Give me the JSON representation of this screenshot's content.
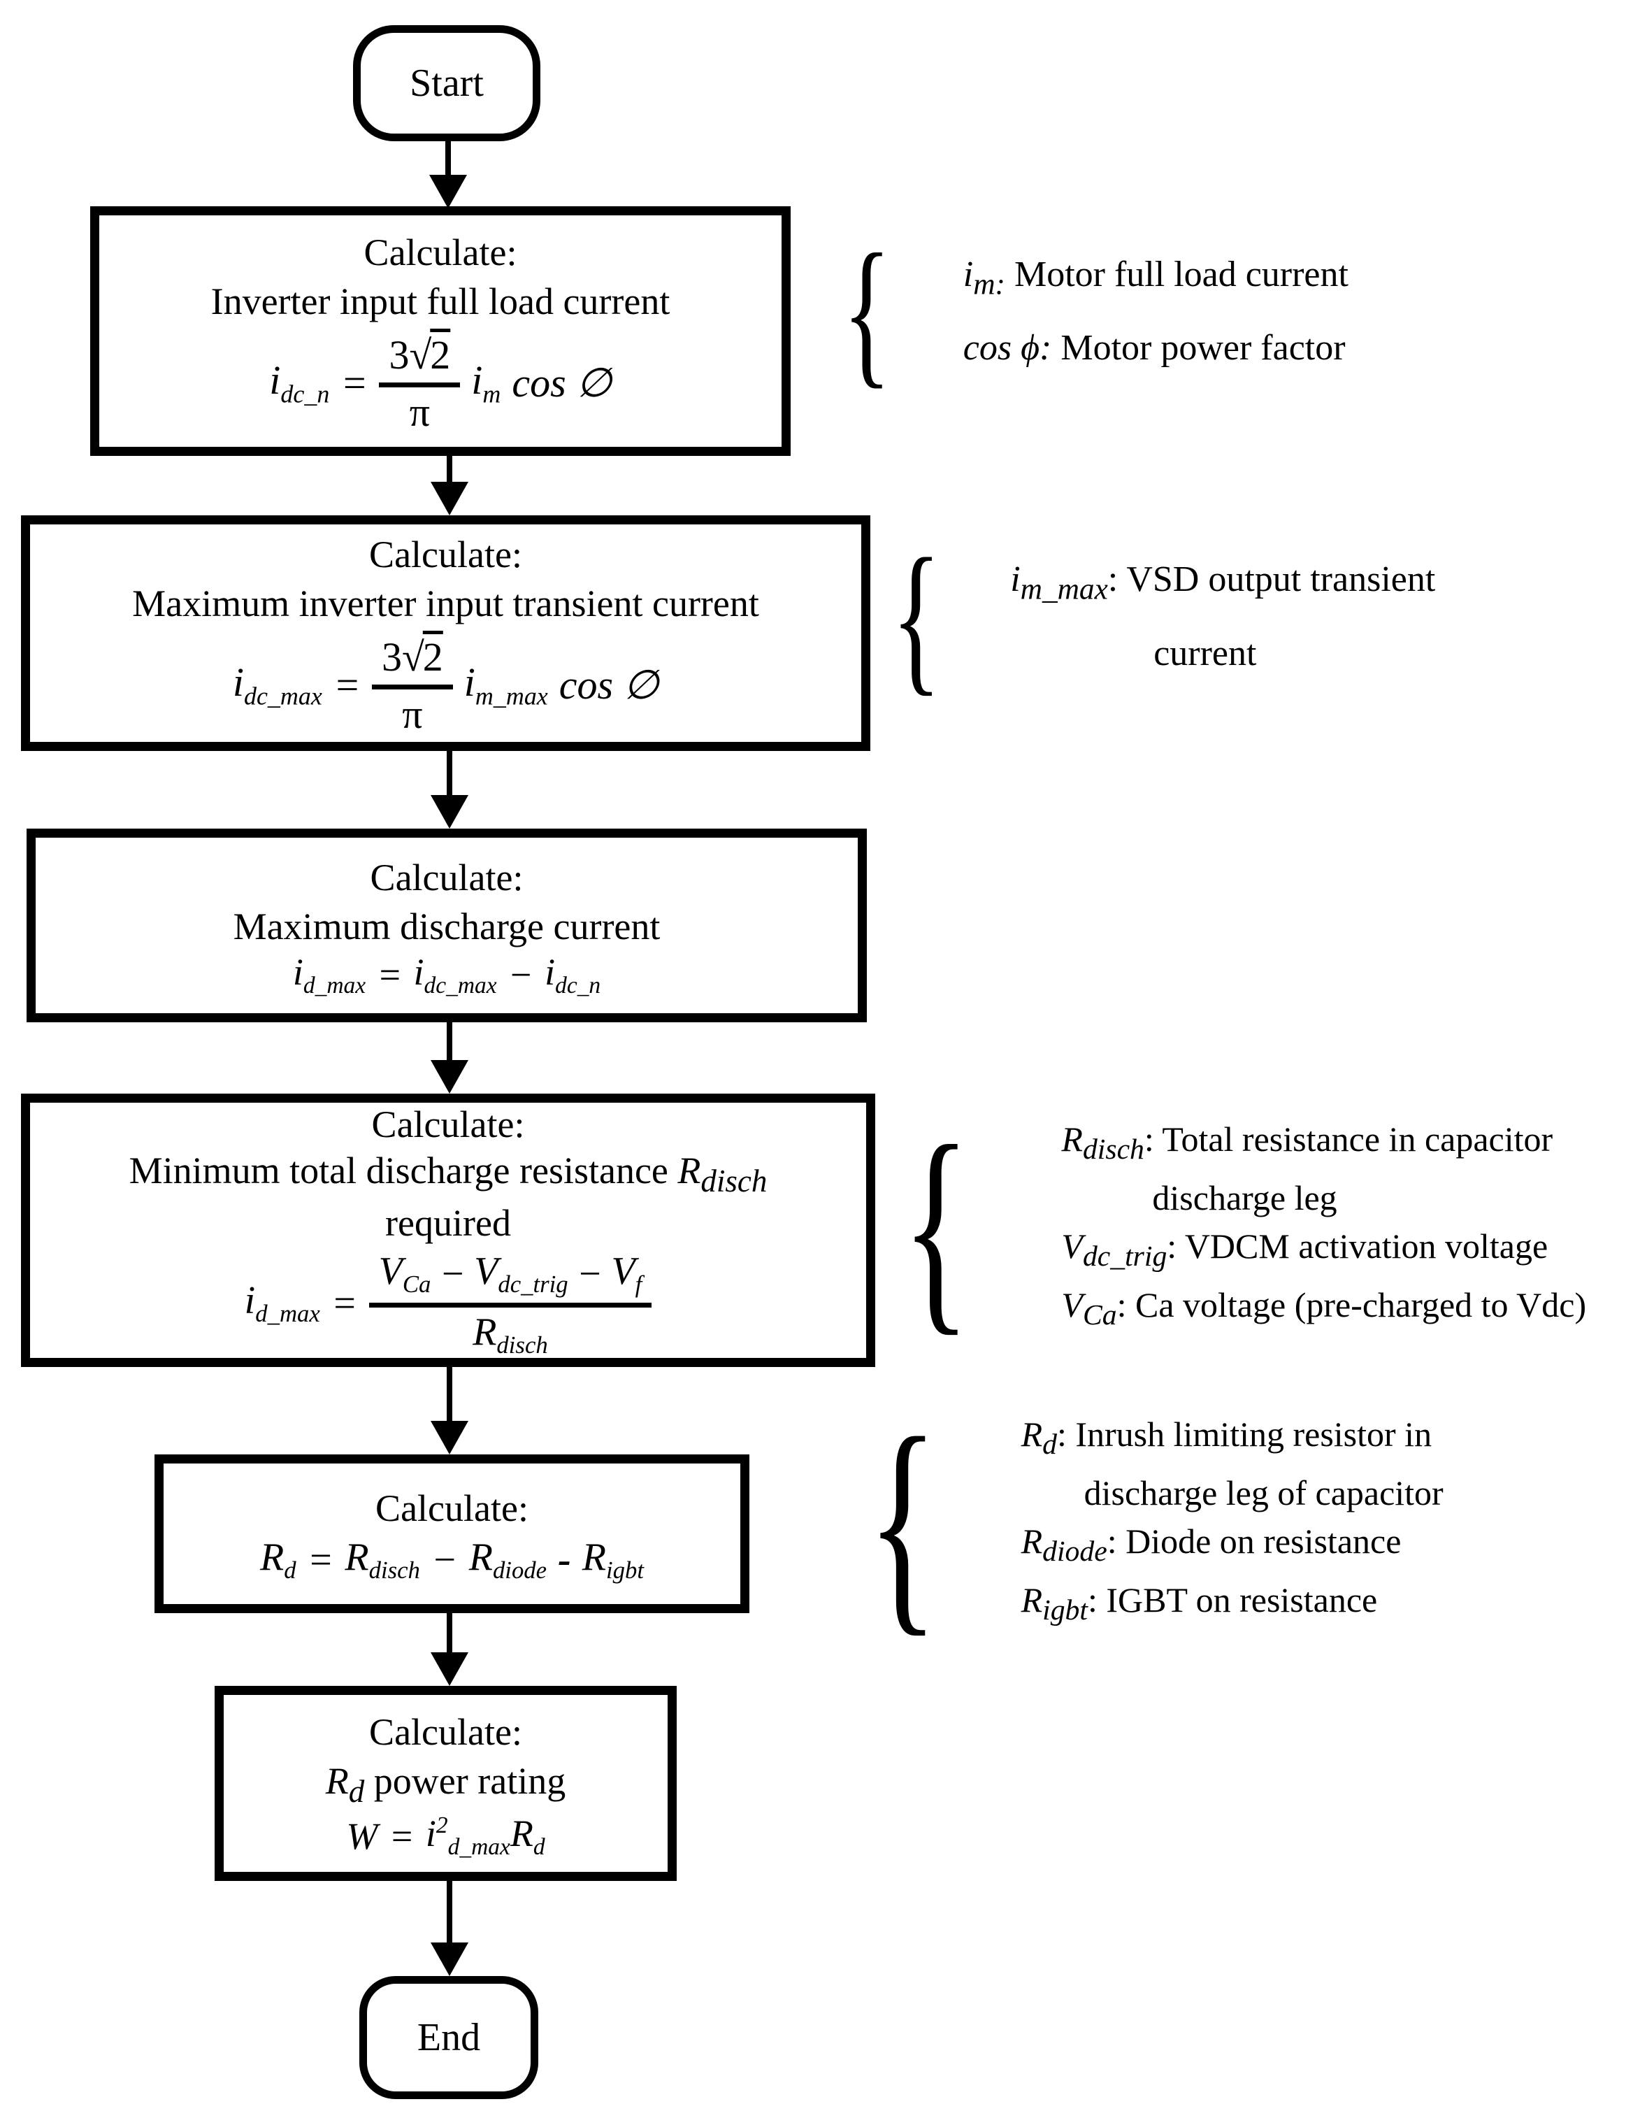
{
  "page": {
    "background": "#ffffff",
    "ink": "#000000"
  },
  "flowchart": {
    "brace_glyph": "{",
    "radical_sign": "√",
    "start": {
      "label": "Start"
    },
    "end": {
      "label": "End"
    },
    "boxes": {
      "b1": {
        "title": "Calculate:",
        "subtitle": "Inverter input full load current",
        "formula": {
          "lhs_base": "i",
          "lhs_sub": "dc_n",
          "eq": "=",
          "num_coeff": "3",
          "num_radicand": "2",
          "den": "π",
          "rhs_base": "i",
          "rhs_sub": "m",
          "trail": "cos ∅"
        }
      },
      "b2": {
        "title": "Calculate:",
        "subtitle": "Maximum inverter input transient current",
        "formula": {
          "lhs_base": "i",
          "lhs_sub": "dc_max",
          "eq": "=",
          "num_coeff": "3",
          "num_radicand": "2",
          "den": "π",
          "rhs_base": "i",
          "rhs_sub": "m_max",
          "trail": "cos ∅"
        }
      },
      "b3": {
        "title": "Calculate:",
        "subtitle": "Maximum discharge current",
        "formula": {
          "t1_base": "i",
          "t1_sub": "d_max",
          "eq": "=",
          "t2_base": "i",
          "t2_sub": "dc_max",
          "minus": "−",
          "t3_base": "i",
          "t3_sub": "dc_n"
        }
      },
      "b4": {
        "title": "Calculate:",
        "subtitle": "Minimum total discharge resistance",
        "subtitle_sym_base": "R",
        "subtitle_sym_sub": "disch",
        "subtitle2": "required",
        "formula": {
          "lhs_base": "i",
          "lhs_sub": "d_max",
          "eq": "=",
          "n1_base": "V",
          "n1_sub": "Ca",
          "minus1": "−",
          "n2_base": "V",
          "n2_sub": "dc_trig",
          "minus2": "−",
          "n3_base": "V",
          "n3_sub": "f",
          "den_base": "R",
          "den_sub": "disch"
        }
      },
      "b5": {
        "title": "Calculate:",
        "formula": {
          "t1_base": "R",
          "t1_sub": "d",
          "eq": "=",
          "t2_base": "R",
          "t2_sub": "disch",
          "minus1": "−",
          "t3_base": "R",
          "t3_sub": "diode",
          "minus2": "-",
          "t4_base": "R",
          "t4_sub": "igbt"
        }
      },
      "b6": {
        "title": "Calculate:",
        "subtitle_sym_base": "R",
        "subtitle_sym_sub": "d",
        "subtitle": " power rating",
        "formula": {
          "w": "W",
          "eq": "=",
          "base": "i",
          "sup": "2",
          "sub": "d_max",
          "r_base": "R",
          "r_sub": "d"
        }
      }
    },
    "notes": {
      "n1": {
        "lines": [
          {
            "sym_base": "i",
            "sym_sub": "m:",
            "text": "Motor full load current"
          },
          {
            "sym_italic": "cos ϕ:",
            "text": "Motor power factor"
          }
        ]
      },
      "n2": {
        "sym_base": "i",
        "sym_sub": "m_max",
        "colon": ":",
        "text": "VSD output transient",
        "text2": "current"
      },
      "n3": {
        "lines": [
          {
            "sym_base": "R",
            "sym_sub": "disch",
            "colon": ":",
            "text": "Total resistance in capacitor",
            "cont": "discharge leg"
          },
          {
            "sym_base": "V",
            "sym_sub": "dc_trig",
            "colon": ":",
            "text": "VDCM activation voltage"
          },
          {
            "sym_base": "V",
            "sym_sub": "Ca",
            "colon": ":",
            "text": "Ca voltage (pre-charged to Vdc)"
          }
        ]
      },
      "n4": {
        "lines": [
          {
            "sym_base": "R",
            "sym_sub": "d",
            "colon": ":",
            "text": "Inrush limiting resistor in",
            "cont": "discharge leg of capacitor"
          },
          {
            "sym_base": "R",
            "sym_sub": "diode",
            "colon": ":",
            "text": "Diode on resistance"
          },
          {
            "sym_base": "R",
            "sym_sub": "igbt",
            "colon": ":",
            "text": "IGBT on resistance"
          }
        ]
      }
    }
  }
}
